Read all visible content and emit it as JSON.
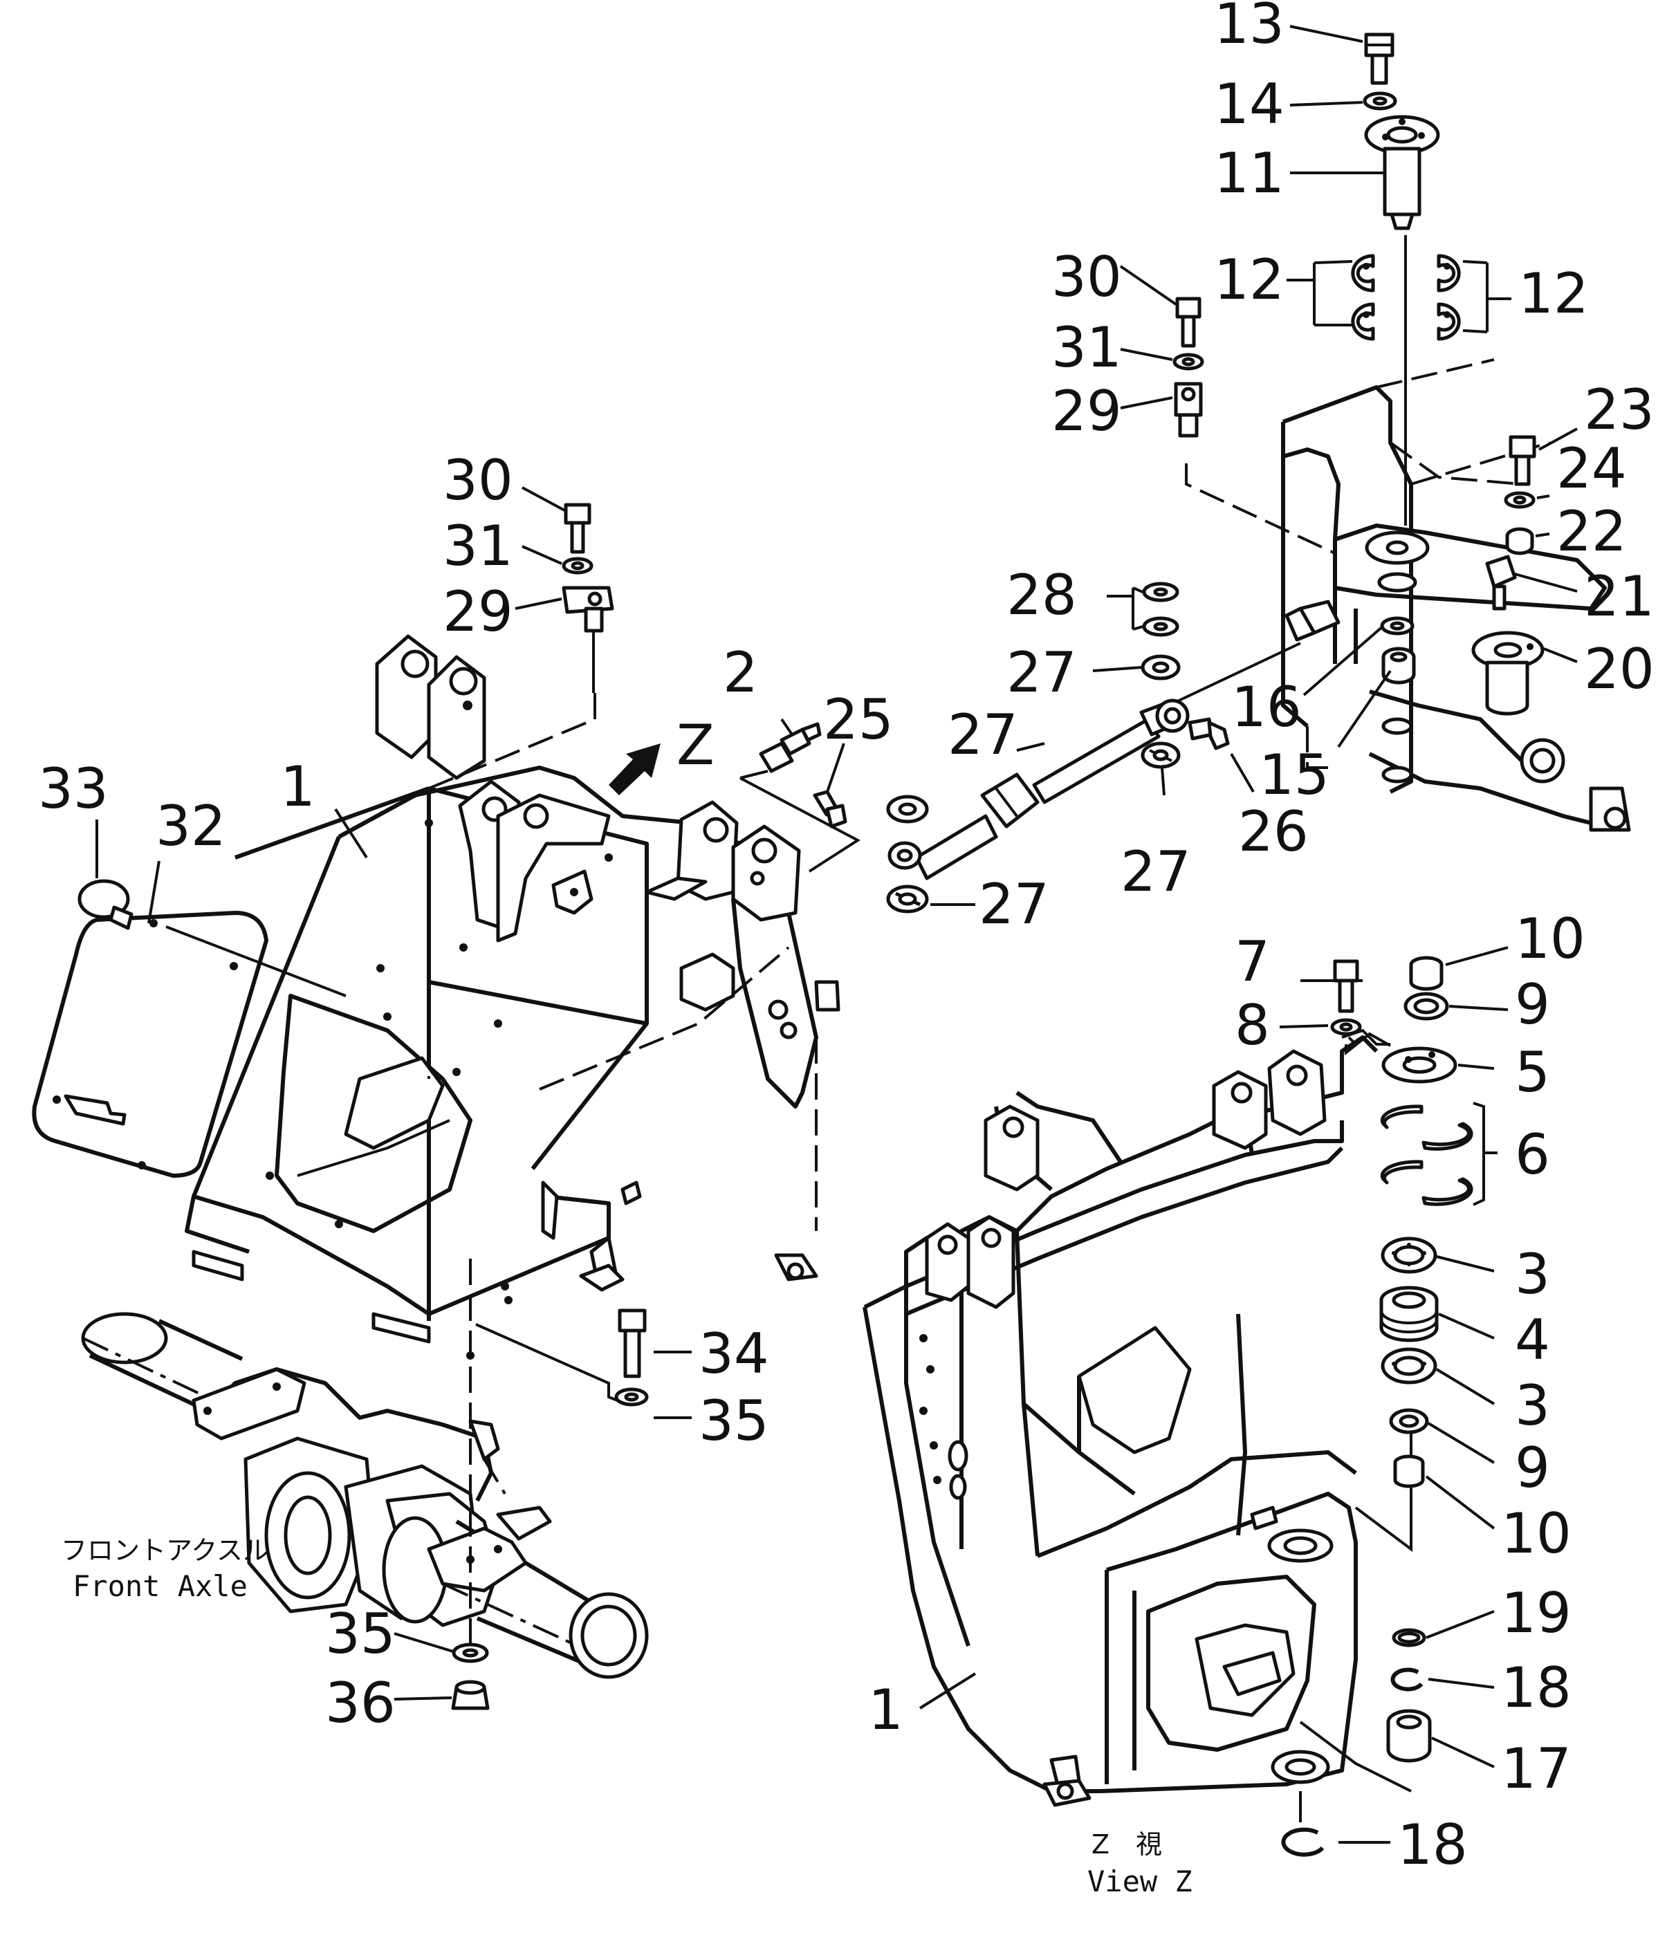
{
  "callouts": {
    "c1a": "1",
    "c1b": "1",
    "c2": "2",
    "c3a": "3",
    "c3b": "3",
    "c4": "4",
    "c5": "5",
    "c6": "6",
    "c7": "7",
    "c8": "8",
    "c9a": "9",
    "c9b": "9",
    "c10a": "10",
    "c10b": "10",
    "c11": "11",
    "c12a": "12",
    "c12b": "12",
    "c13": "13",
    "c14": "14",
    "c15": "15",
    "c16": "16",
    "c17": "17",
    "c18a": "18",
    "c18b": "18",
    "c19": "19",
    "c20": "20",
    "c21": "21",
    "c22": "22",
    "c23": "23",
    "c24": "24",
    "c25": "25",
    "c26": "26",
    "c27a": "27",
    "c27b": "27",
    "c27c": "27",
    "c27d": "27",
    "c28": "28",
    "c29a": "29",
    "c29b": "29",
    "c30a": "30",
    "c30b": "30",
    "c31a": "31",
    "c31b": "31",
    "c32": "32",
    "c33": "33",
    "c34": "34",
    "c35a": "35",
    "c35b": "35",
    "c36": "36"
  },
  "view_marker": "Z",
  "captions": {
    "front_axle_jp": "フロントアクスル",
    "front_axle_en": "Front Axle",
    "view_z_jp": "Z　視",
    "view_z_en": "View Z"
  }
}
